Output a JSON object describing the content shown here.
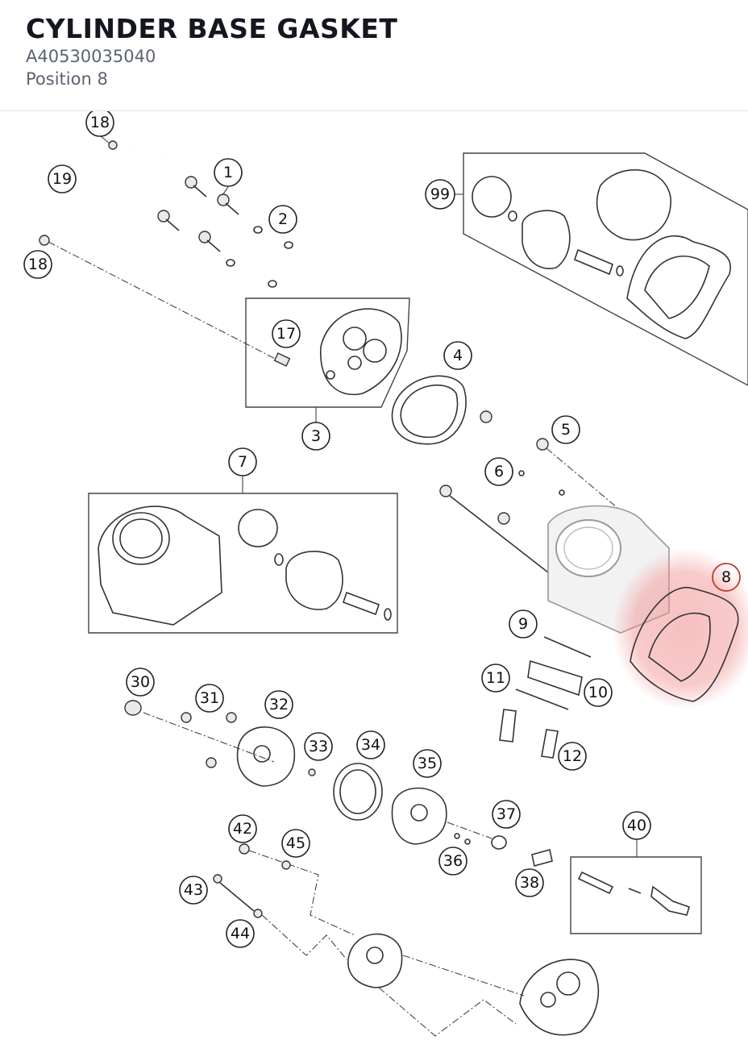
{
  "header": {
    "title": "CYLINDER BASE GASKET",
    "part_number": "A40530035040",
    "position": "Position 8"
  },
  "diagram": {
    "highlight_color": "#f08a8a",
    "callouts": {
      "c18a": "18",
      "c19": "19",
      "c18b": "18",
      "c1": "1",
      "c2": "2",
      "c99": "99",
      "c17": "17",
      "c3": "3",
      "c4": "4",
      "c5": "5",
      "c6": "6",
      "c7": "7",
      "c8": "8",
      "c9": "9",
      "c10": "10",
      "c11": "11",
      "c12": "12",
      "c30": "30",
      "c31": "31",
      "c32": "32",
      "c33": "33",
      "c34": "34",
      "c35": "35",
      "c36": "36",
      "c37": "37",
      "c38": "38",
      "c40": "40",
      "c42": "42",
      "c43": "43",
      "c44": "44",
      "c45": "45"
    }
  }
}
